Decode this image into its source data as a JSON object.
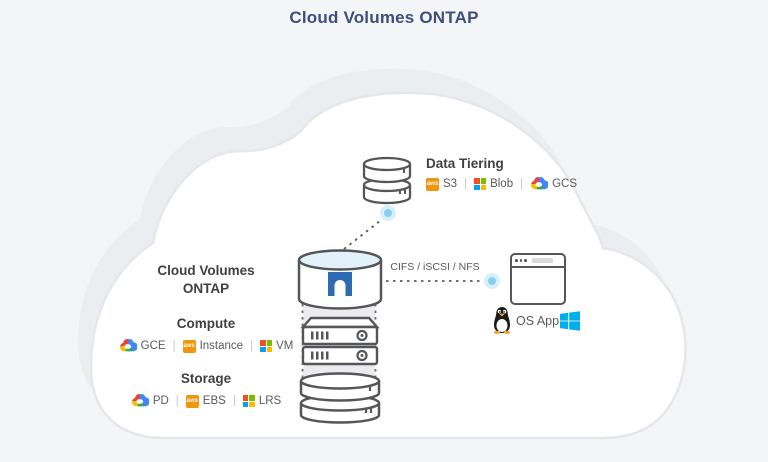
{
  "title": "Cloud Volumes ONTAP",
  "separator": "|",
  "aws_badge_text": "aws",
  "data_tiering": {
    "label": "Data Tiering",
    "providers": [
      {
        "icon": "aws-icon",
        "label": "S3"
      },
      {
        "icon": "microsoft-icon",
        "label": "Blob"
      },
      {
        "icon": "google-cloud-icon",
        "label": "GCS"
      }
    ]
  },
  "cluster": {
    "label_line1": "Cloud Volumes",
    "label_line2": "ONTAP"
  },
  "compute": {
    "label": "Compute",
    "providers": [
      {
        "icon": "google-cloud-icon",
        "label": "GCE"
      },
      {
        "icon": "aws-icon",
        "label": "Instance"
      },
      {
        "icon": "microsoft-icon",
        "label": "VM"
      }
    ]
  },
  "storage": {
    "label": "Storage",
    "providers": [
      {
        "icon": "google-cloud-icon",
        "label": "PD"
      },
      {
        "icon": "aws-icon",
        "label": "EBS"
      },
      {
        "icon": "microsoft-icon",
        "label": "LRS"
      }
    ]
  },
  "connection": {
    "protocols": "CIFS / iSCSI / NFS"
  },
  "client": {
    "os_app_label": "OS App"
  },
  "colors": {
    "title_navy": "#3d4e7f",
    "netapp_blue": "#2d6cb3",
    "aws_orange": "#f0950c",
    "ms_red": "#f25022",
    "ms_green": "#7fba00",
    "ms_blue": "#00a4ef",
    "ms_yellow": "#ffb900",
    "google_red": "#ea4335",
    "google_yellow": "#fbbc05",
    "google_blue": "#4285f4",
    "google_green": "#34a853",
    "windows_blue": "#00adef",
    "glow_blue": "#86d0f1"
  }
}
